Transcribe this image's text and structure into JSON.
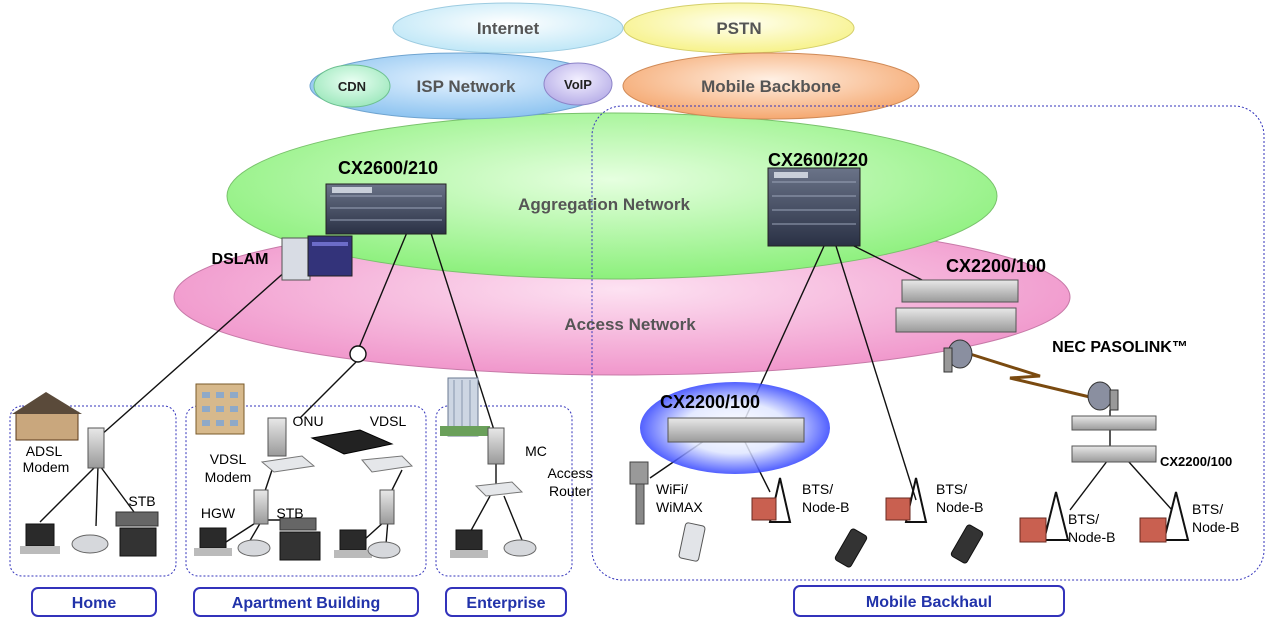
{
  "clouds": {
    "internet": "Internet",
    "pstn": "PSTN",
    "isp": "ISP Network",
    "cdn": "CDN",
    "voip": "VoIP",
    "mobile_backbone": "Mobile Backbone",
    "aggregation": "Aggregation Network",
    "access": "Access Network"
  },
  "devices": {
    "cx2600_210": "CX2600/210",
    "cx2600_220": "CX2600/220",
    "cx2200_100_top": "CX2200/100",
    "cx2200_100_mid": "CX2200/100",
    "cx2200_100_small": "CX2200/100",
    "dslam": "DSLAM",
    "pasolink": "NEC PASOLINK™"
  },
  "labels": {
    "adsl_modem_1": "ADSL",
    "adsl_modem_2": "Modem",
    "stb_home": "STB",
    "onu": "ONU",
    "vdsl": "VDSL",
    "vdsl_modem_1": "VDSL",
    "vdsl_modem_2": "Modem",
    "hgw": "HGW",
    "stb_apt": "STB",
    "mc": "MC",
    "access_router_1": "Access",
    "access_router_2": "Router",
    "wifi_1": "WiFi/",
    "wifi_2": "WiMAX",
    "bts1_1": "BTS/",
    "bts1_2": "Node-B",
    "bts2_1": "BTS/",
    "bts2_2": "Node-B",
    "bts3_1": "BTS/",
    "bts3_2": "Node-B",
    "bts4_1": "BTS/",
    "bts4_2": "Node-B"
  },
  "sections": {
    "home": "Home",
    "apartment": "Apartment Building",
    "enterprise": "Enterprise",
    "mobile": "Mobile Backhaul"
  },
  "colors": {
    "internet": "#cfeefa",
    "pstn": "#fbf7a3",
    "isp": "#a9d4f5",
    "cdn": "#b7f0cf",
    "voip": "#cdc6f0",
    "mobile_backbone": "#f8bd90",
    "aggregation": "#a8f59c",
    "access": "#f4a9d6",
    "section_border": "#3333bb"
  }
}
